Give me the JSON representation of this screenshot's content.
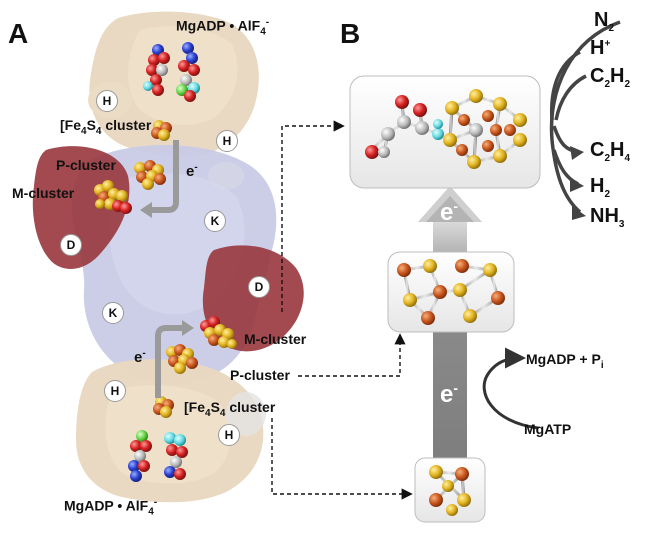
{
  "panels": {
    "a": "A",
    "b": "B"
  },
  "panel_a": {
    "mgadp_alf_top": "MgADP • AlF",
    "mgadp_alf_top_sup": "4",
    "mgadp_alf_top_charge": "-",
    "fe4s4_top": "[Fe",
    "p_cluster_top": "P-cluster",
    "m_cluster_top": "M-cluster",
    "m_cluster_bottom": "M-cluster",
    "p_cluster_bottom": "P-cluster",
    "fe4s4_bottom": "[Fe",
    "mgadp_alf_bottom": "MgADP • AlF",
    "electron_top": "e",
    "electron_bottom": "e",
    "electron_sup": "-",
    "subunits": {
      "h": "H",
      "k": "K",
      "d": "D"
    }
  },
  "fe4s4_parts": {
    "fe": "4",
    "s": "S",
    "s_sub": "4",
    "close": "] cluster"
  },
  "panel_b": {
    "electron": "e",
    "electron_sup": "-",
    "hydrolysis_products": "MgADP + P",
    "hydrolysis_products_sub": "i",
    "hydrolysis_substrate": "MgATP",
    "substrates": {
      "n2": "N",
      "n2_sub": "2",
      "hplus": "H",
      "hplus_sup": "+",
      "c2h2": "C",
      "c2h2_sub": "2",
      "c2h2_h": "H",
      "c2h2_sub2": "2"
    },
    "products": {
      "c2h4": "C",
      "c2h4_sub": "2",
      "c2h4_h": "H",
      "c2h4_sub2": "4",
      "h2": "H",
      "h2_sub": "2",
      "nh3": "NH",
      "nh3_sub": "3"
    }
  },
  "colors": {
    "h_subunit": "#e9d7bf",
    "k_subunit": "#c9cbe6",
    "d_subunit": "#9a3b40",
    "iron": "#c8561f",
    "sulfur": "#e2b321",
    "arrow_gray": "#808080"
  }
}
